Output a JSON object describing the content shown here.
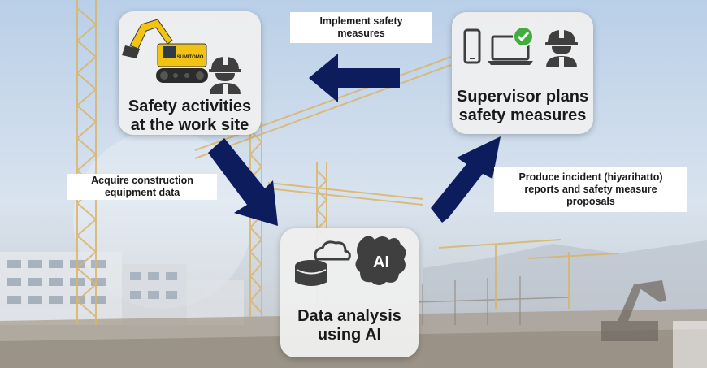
{
  "nodes": {
    "worksite": {
      "title": "Safety activities\nat the work site",
      "icons": [
        "excavator-icon",
        "worker-hardhat-icon"
      ]
    },
    "supervisor": {
      "title": "Supervisor plans\nsafety measures",
      "icons": [
        "phone-icon",
        "laptop-icon",
        "check-badge-icon",
        "worker-hardhat-icon"
      ]
    },
    "analysis": {
      "title": "Data analysis\nusing AI",
      "icons": [
        "cloud-database-icon",
        "ai-brain-icon"
      ],
      "ai_badge": "AI"
    }
  },
  "edges": {
    "implement": "Implement safety\nmeasures",
    "acquire": "Acquire construction\nequipment data",
    "produce": "Produce incident (hiyarihatto)\nreports and safety measure\nproposals"
  },
  "colors": {
    "arrow": "#0d1c5c",
    "card": "#eeeeee",
    "accent_check": "#3fae3f",
    "excavator": "#f2c312"
  }
}
